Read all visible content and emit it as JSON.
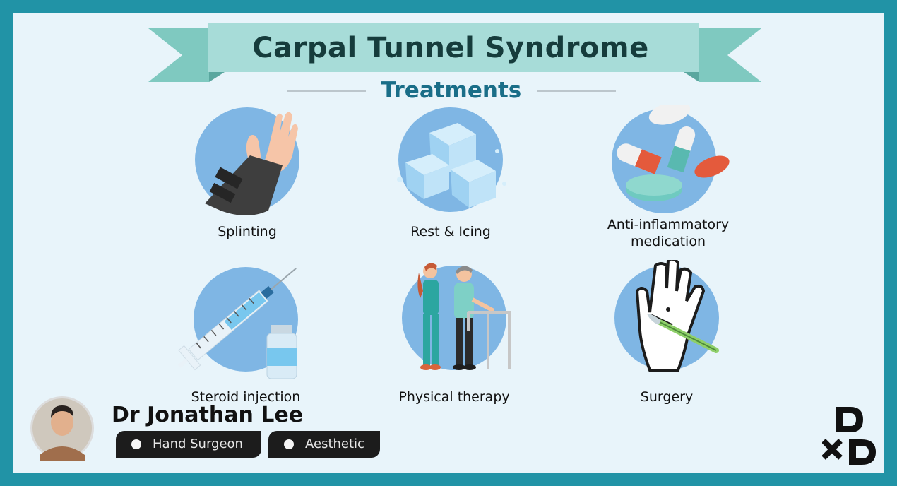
{
  "header": {
    "title": "Carpal Tunnel Syndrome",
    "subtitle": "Treatments"
  },
  "treatments": [
    {
      "label": "Splinting",
      "icon": "wrist-splint-icon"
    },
    {
      "label": "Rest & Icing",
      "icon": "ice-cubes-icon"
    },
    {
      "label": "Anti-inflammatory medication",
      "icon": "pills-icon"
    },
    {
      "label": "Steroid injection",
      "icon": "syringe-icon"
    },
    {
      "label": "Physical therapy",
      "icon": "walker-therapy-icon"
    },
    {
      "label": "Surgery",
      "icon": "hand-scalpel-icon"
    }
  ],
  "doctor": {
    "name": "Dr Jonathan Lee",
    "tags": [
      "Hand Surgeon",
      "Aesthetic"
    ]
  },
  "colors": {
    "frame": "#2193a6",
    "background": "#e8f4fa",
    "banner": "#a7dcd8",
    "banner_tail": "#7fc9c0",
    "title_text": "#163c3c",
    "subtitle_text": "#1a6e88",
    "icon_circle": "#7fb6e4",
    "tag_bg": "#1c1c1c"
  }
}
